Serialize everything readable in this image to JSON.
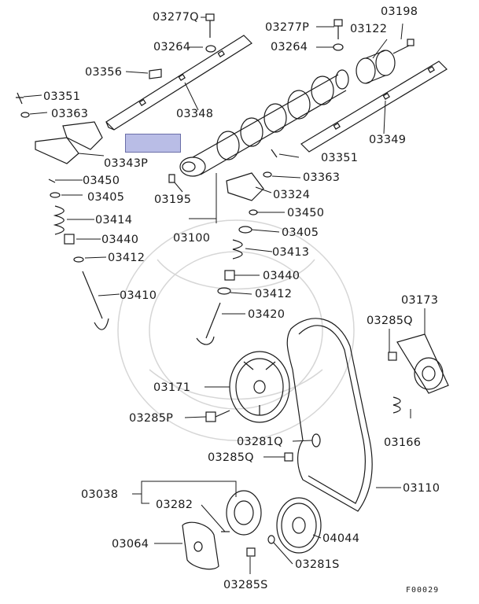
{
  "diagram": {
    "figure_code": "F00029",
    "highlight_color": "#b9bde6",
    "parts": [
      {
        "id": "03277Q",
        "label": "03277Q"
      },
      {
        "id": "03264a",
        "label": "03264"
      },
      {
        "id": "03356",
        "label": "03356"
      },
      {
        "id": "03351a",
        "label": "03351"
      },
      {
        "id": "03363a",
        "label": "03363"
      },
      {
        "id": "03348",
        "label": "03348"
      },
      {
        "id": "03343P",
        "label": "03343P"
      },
      {
        "id": "03450a",
        "label": "03450"
      },
      {
        "id": "03405a",
        "label": "03405"
      },
      {
        "id": "03414",
        "label": "03414"
      },
      {
        "id": "03440a",
        "label": "03440"
      },
      {
        "id": "03412a",
        "label": "03412"
      },
      {
        "id": "03410",
        "label": "03410"
      },
      {
        "id": "03195",
        "label": "03195"
      },
      {
        "id": "03100",
        "label": "03100"
      },
      {
        "id": "03277P",
        "label": "03277P"
      },
      {
        "id": "03264b",
        "label": "03264"
      },
      {
        "id": "03122",
        "label": "03122"
      },
      {
        "id": "03198",
        "label": "03198"
      },
      {
        "id": "03349",
        "label": "03349"
      },
      {
        "id": "03351b",
        "label": "03351"
      },
      {
        "id": "03363b",
        "label": "03363"
      },
      {
        "id": "03324",
        "label": "03324"
      },
      {
        "id": "03450b",
        "label": "03450"
      },
      {
        "id": "03405b",
        "label": "03405"
      },
      {
        "id": "03413",
        "label": "03413"
      },
      {
        "id": "03440b",
        "label": "03440"
      },
      {
        "id": "03412b",
        "label": "03412"
      },
      {
        "id": "03420",
        "label": "03420"
      },
      {
        "id": "03173",
        "label": "03173"
      },
      {
        "id": "03285Qa",
        "label": "03285Q"
      },
      {
        "id": "03171",
        "label": "03171"
      },
      {
        "id": "03285P",
        "label": "03285P"
      },
      {
        "id": "03166",
        "label": "03166"
      },
      {
        "id": "03281Q",
        "label": "03281Q"
      },
      {
        "id": "03285Qb",
        "label": "03285Q"
      },
      {
        "id": "03038",
        "label": "03038"
      },
      {
        "id": "03282",
        "label": "03282"
      },
      {
        "id": "03110",
        "label": "03110"
      },
      {
        "id": "03064",
        "label": "03064"
      },
      {
        "id": "04044",
        "label": "04044"
      },
      {
        "id": "03281S",
        "label": "03281S"
      },
      {
        "id": "03285S",
        "label": "03285S"
      }
    ]
  }
}
